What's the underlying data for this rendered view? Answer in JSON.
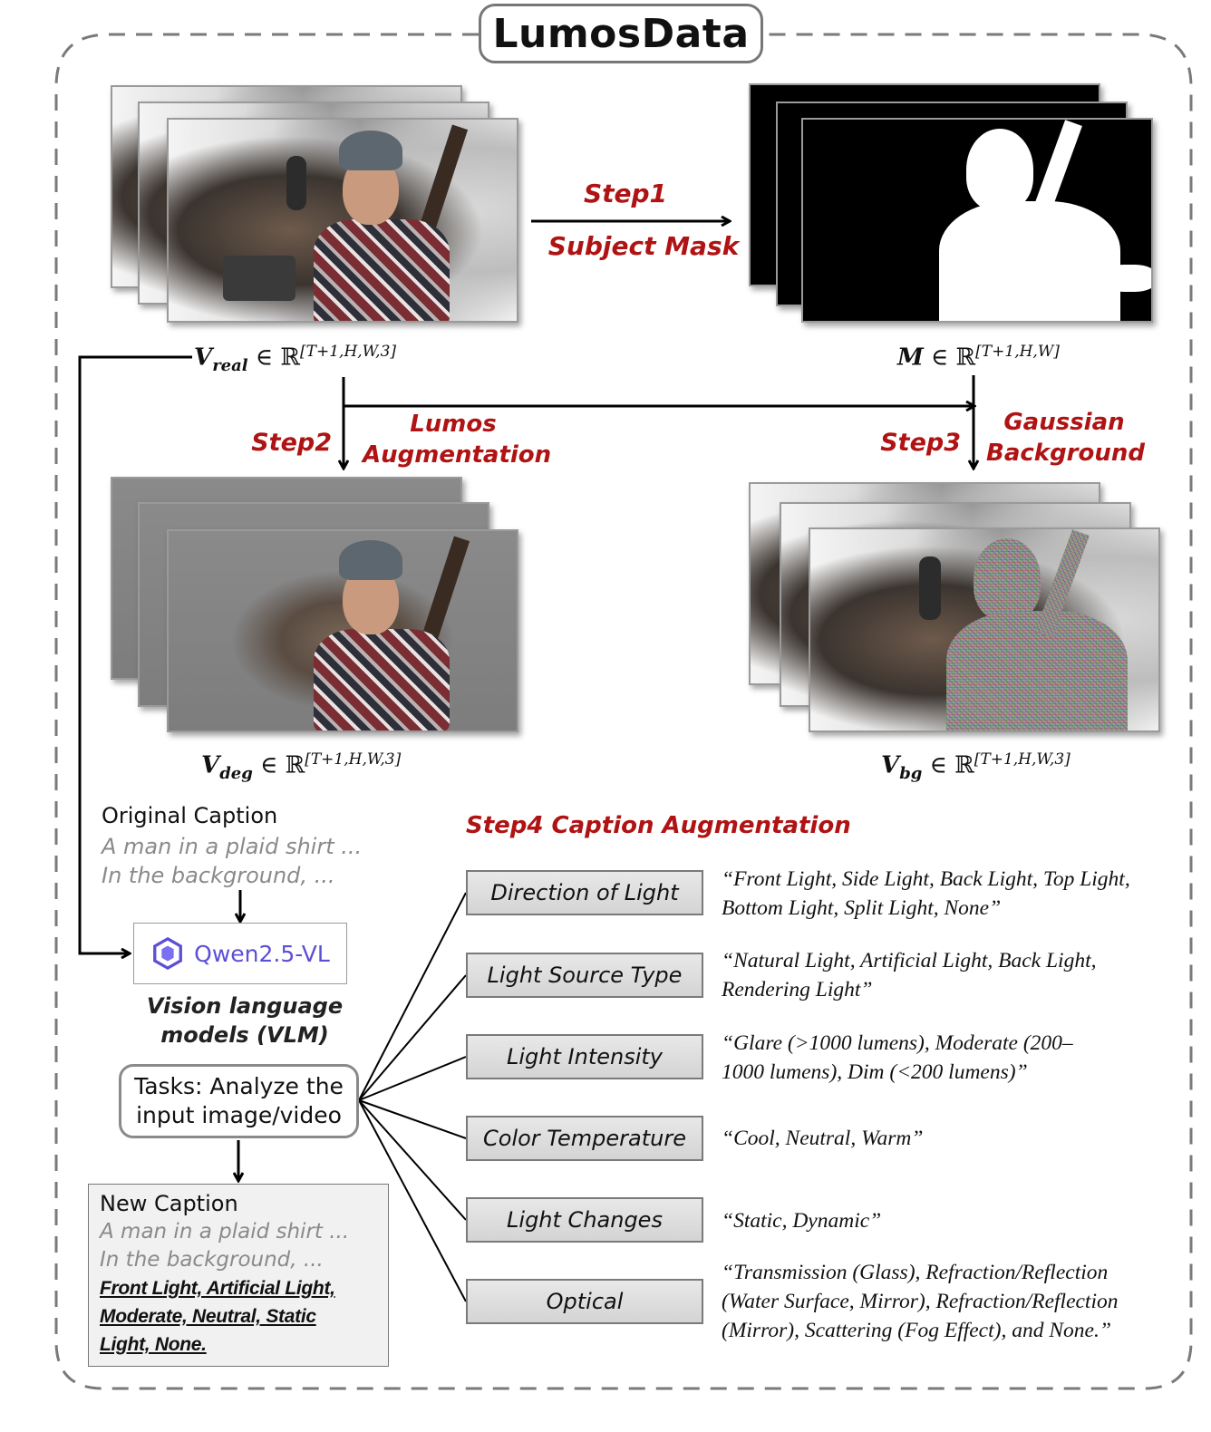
{
  "title": "LumosData",
  "steps": {
    "step1": {
      "label": "Step1",
      "name": "Subject Mask"
    },
    "step2": {
      "label": "Step2",
      "name_line1": "Lumos",
      "name_line2": "Augmentation"
    },
    "step3": {
      "label": "Step3",
      "name_line1": "Gaussian",
      "name_line2": "Background"
    },
    "step4": {
      "label": "Step4 Caption Augmentation"
    }
  },
  "tensors": {
    "v_real": {
      "symbol": "V",
      "sub": "real",
      "rel": " ∈ ℝ",
      "sup": "[T+1,H,W,3]"
    },
    "mask": {
      "symbol": "M",
      "sub": "",
      "rel": " ∈ ℝ",
      "sup": "[T+1,H,W]"
    },
    "v_deg": {
      "symbol": "V",
      "sub": "deg",
      "rel": " ∈ ℝ",
      "sup": "[T+1,H,W,3]"
    },
    "v_bg": {
      "symbol": "V",
      "sub": "bg",
      "rel": " ∈ ℝ",
      "sup": "[T+1,H,W,3]"
    }
  },
  "original_caption": {
    "heading": "Original Caption",
    "line1": "A man in a plaid shirt ...",
    "line2": "In the background, ..."
  },
  "vlm": {
    "name": "Qwen2.5-VL",
    "label_line1": "Vision language",
    "label_line2": "models (VLM)"
  },
  "tasks": {
    "line1": "Tasks: Analyze the",
    "line2": "input image/video"
  },
  "new_caption": {
    "heading": "New Caption",
    "line1": "A man in a plaid shirt ...",
    "line2": "In the background, ...",
    "bold1": "Front Light, Artificial Light,",
    "bold2": "Moderate, Neutral, Static",
    "bold3": "Light, None."
  },
  "categories": [
    {
      "label": "Direction of Light",
      "desc1": "“Front Light, Side Light, Back Light, Top Light,",
      "desc2": "Bottom Light, Split Light, None”",
      "desc3": ""
    },
    {
      "label": "Light Source Type",
      "desc1": "“Natural Light, Artificial Light, Back Light,",
      "desc2": "Rendering Light”",
      "desc3": ""
    },
    {
      "label": "Light Intensity",
      "desc1": "“Glare (>1000 lumens), Moderate (200–",
      "desc2": "1000 lumens), Dim (<200 lumens)”",
      "desc3": ""
    },
    {
      "label": "Color Temperature",
      "desc1": "“Cool,  Neutral, Warm”",
      "desc2": "",
      "desc3": ""
    },
    {
      "label": "Light Changes",
      "desc1": "“Static, Dynamic”",
      "desc2": "",
      "desc3": ""
    },
    {
      "label": "Optical",
      "desc1": "“Transmission (Glass), Refraction/Reflection",
      "desc2": "(Water Surface, Mirror), Refraction/Reflection",
      "desc3": " (Mirror), Scattering (Fog Effect), and None.”"
    }
  ]
}
